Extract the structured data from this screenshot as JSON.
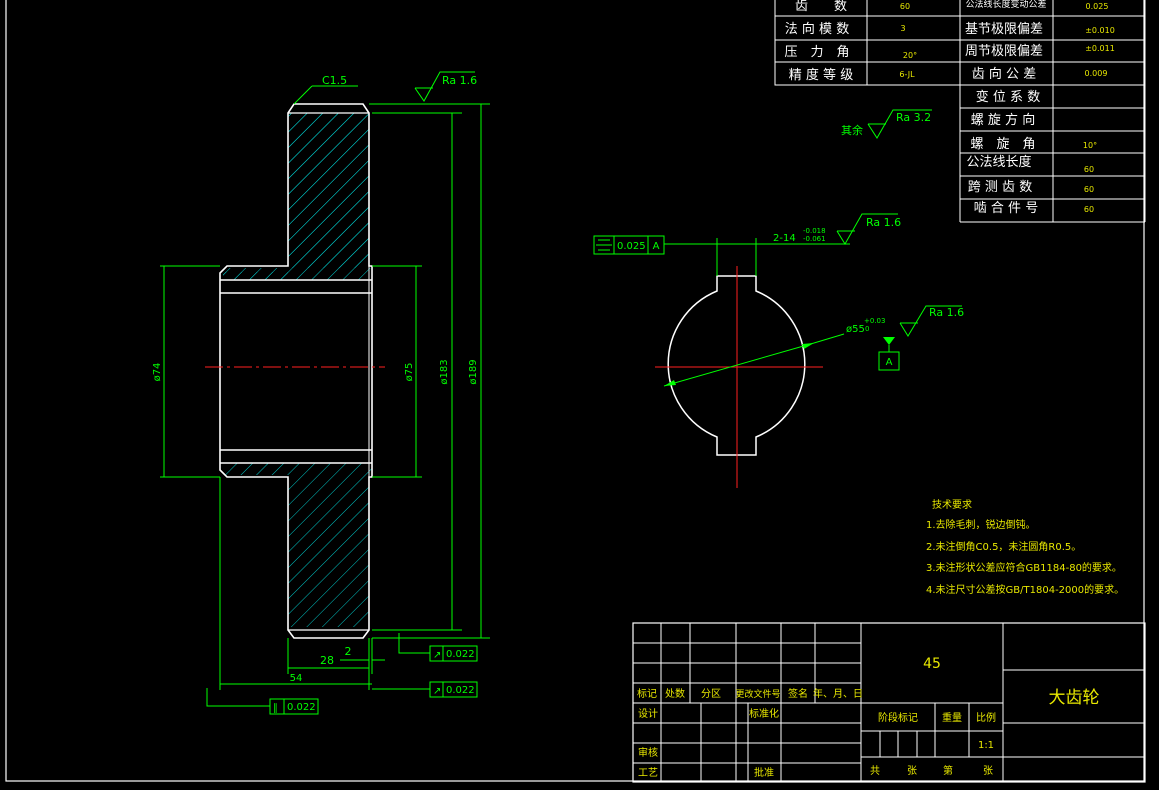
{
  "colors": {
    "background": "#000000",
    "outline": "#ffffff",
    "dimension": "#00ff00",
    "hatch": "#00c8c8",
    "centerline": "#ff2020",
    "notes": "#e8e800"
  },
  "param_table_left": [
    {
      "label": "齿　　数",
      "value": "60"
    },
    {
      "label": "法 向 模 数",
      "value": "3"
    },
    {
      "label": "压　力　角",
      "value": "20°"
    },
    {
      "label": "精 度 等 级",
      "value": "6-JL"
    }
  ],
  "param_table_right": [
    {
      "label": "公法线长度变动公差",
      "value": "0.025"
    },
    {
      "label": "基节极限偏差",
      "value": "±0.010"
    },
    {
      "label": "周节极限偏差",
      "value": "±0.011"
    },
    {
      "label": "齿 向 公 差",
      "value": "0.009"
    },
    {
      "label": "变 位 系 数",
      "value": ""
    },
    {
      "label": "螺 旋 方 向",
      "value": ""
    },
    {
      "label": "螺　旋　角",
      "value": "10°"
    },
    {
      "label": "公法线长度",
      "value": "60"
    },
    {
      "label": "跨 测 齿 数",
      "value": "60"
    },
    {
      "label": "啮 合 件 号",
      "value": "60"
    }
  ],
  "section_view": {
    "chamfer": "C1.5",
    "roughness_top": "Ra 1.6",
    "dim_d74": "ø74",
    "dim_d75": "ø75",
    "dim_d183": "ø183",
    "dim_d189": "ø189",
    "dim_28": "28",
    "dim_2": "2",
    "dim_54": "54",
    "runout_1_value": "0.022",
    "runout_2_value": "0.022",
    "parallel_value": "0.022"
  },
  "rest_roughness": {
    "prefix": "其余",
    "value": "Ra 3.2"
  },
  "bore_view": {
    "sym_value": "0.025",
    "sym_datum": "A",
    "keyway_main": "2-14",
    "keyway_upper": "-0.018",
    "keyway_lower": "-0.061",
    "keyway_roughness": "Ra 1.6",
    "bore_main": "ø55",
    "bore_upper": "+0.03",
    "bore_lower": "0",
    "bore_roughness": "Ra 1.6",
    "datum_label": "A"
  },
  "tech_requirements": {
    "title": "技术要求",
    "items": [
      "1.去除毛刺，锐边倒钝。",
      "2.未注倒角C0.5，未注圆角R0.5。",
      "3.未注形状公差应符合GB1184-80的要求。",
      "4.未注尺寸公差按GB/T1804-2000的要求。"
    ]
  },
  "title_block": {
    "material": "45",
    "part_name": "大齿轮",
    "header_cells": [
      "标记",
      "处数",
      "分区",
      "更改文件号",
      "签名",
      "年、月、日"
    ],
    "design": "设计",
    "standardize": "标准化",
    "stage_mark": "阶段标记",
    "weight": "重量",
    "scale_label": "比例",
    "scale_value": "1:1",
    "review": "审核",
    "process": "工艺",
    "approve": "批准",
    "total": "共",
    "sheets": "张",
    "page_no": "第",
    "page_sheets": "张"
  }
}
